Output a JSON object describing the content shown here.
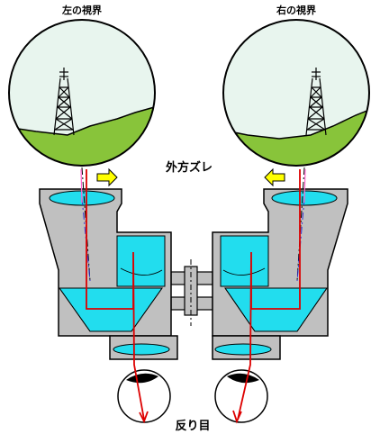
{
  "labels": {
    "left_view": "左の視界",
    "right_view": "右の視界",
    "outward_shift": "外方ズレ",
    "eye_divergence": "反り目"
  },
  "colors": {
    "sky": "#e8f5ee",
    "ground": "#88c43a",
    "body": "#c0c0c0",
    "lens": "#22ddee",
    "ray": "#dd0000",
    "arrow": "#ffff00",
    "outline": "#000000"
  },
  "icons": {
    "outward_arrows": "yellow-arrow-icon",
    "tower": "transmission-tower-icon"
  }
}
